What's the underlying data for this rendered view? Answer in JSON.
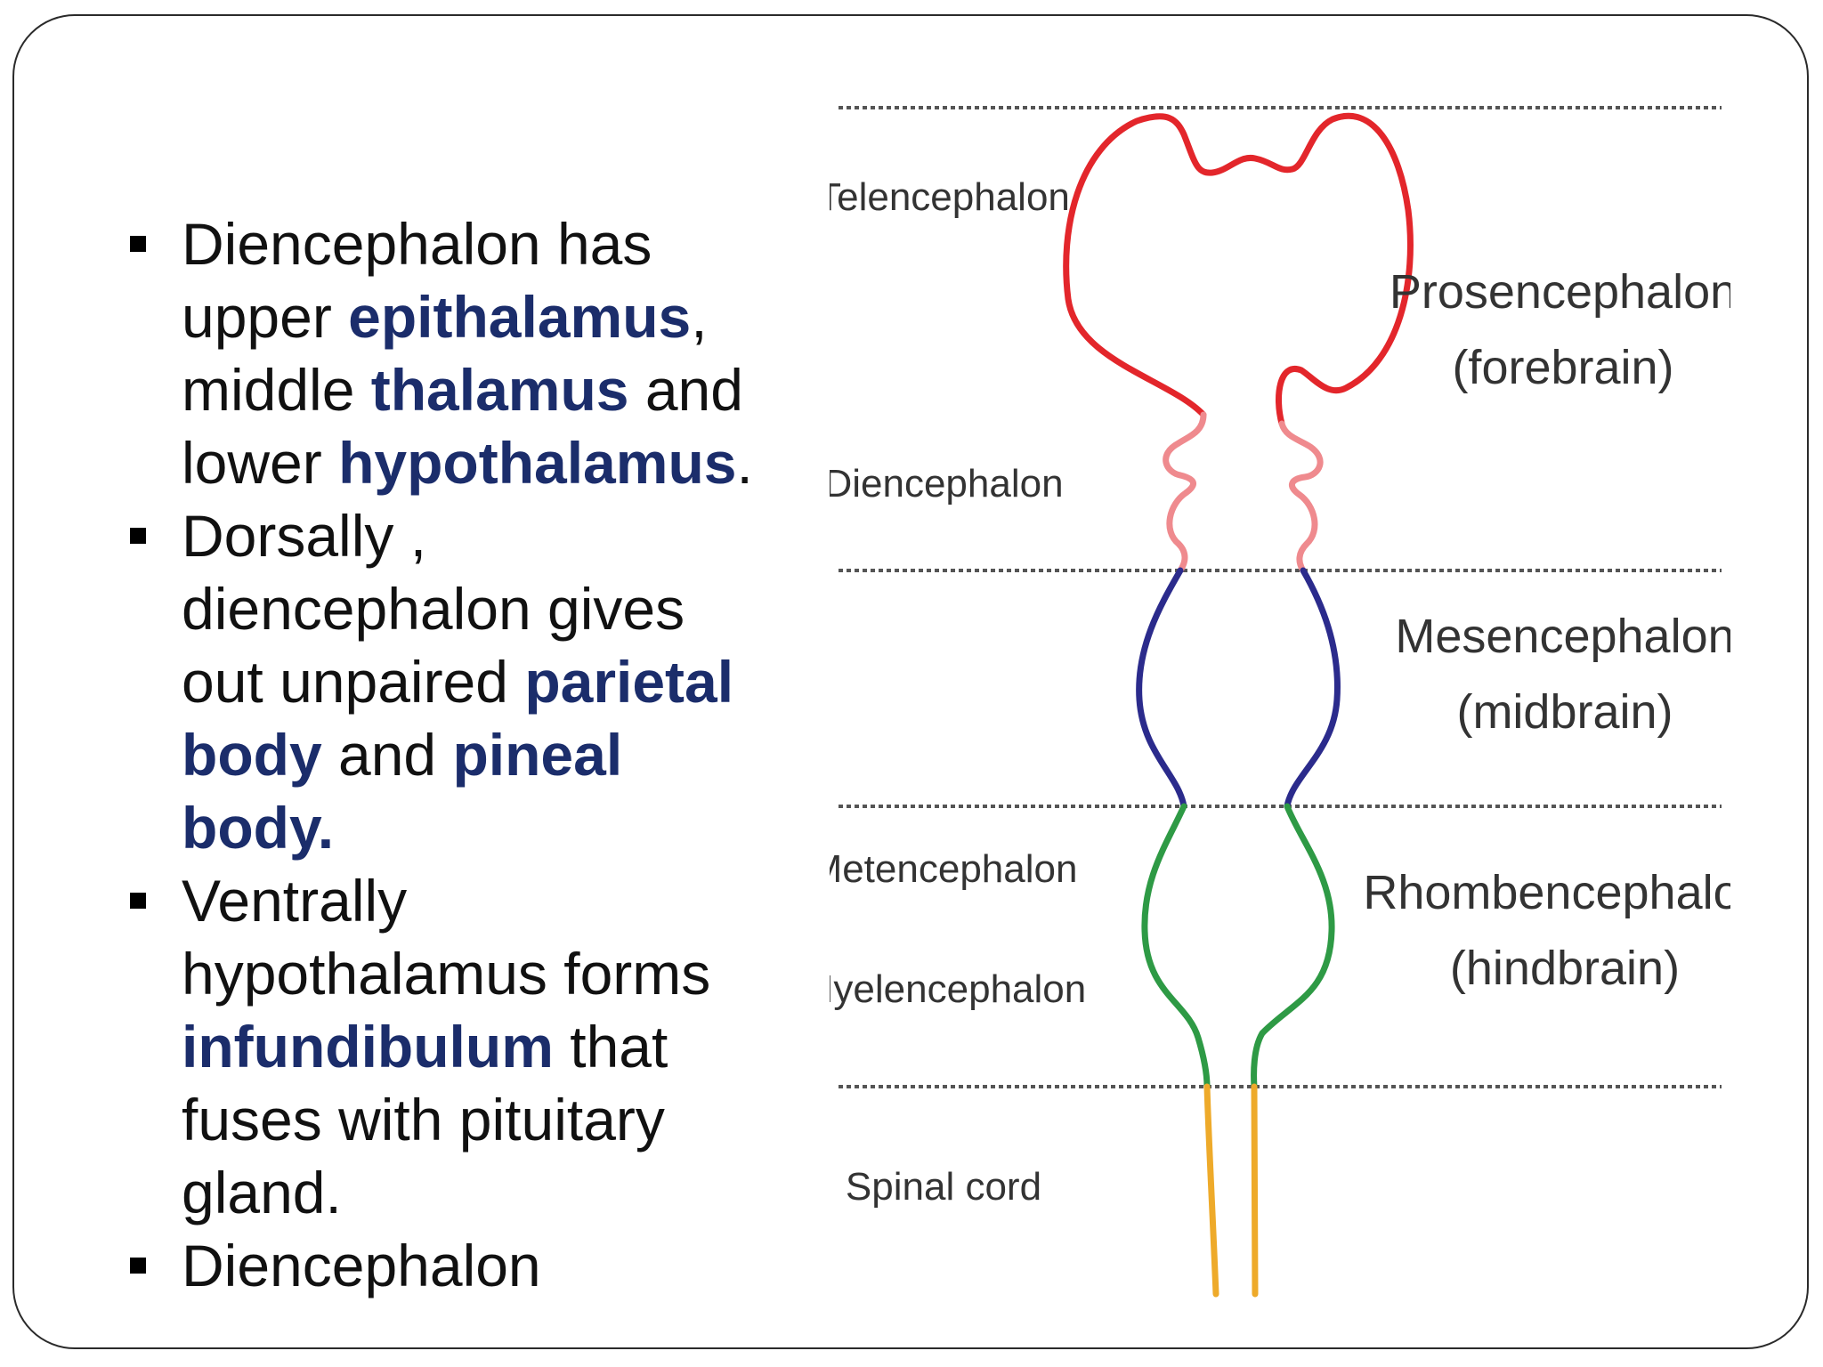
{
  "bullets": [
    {
      "segments": [
        {
          "text": "Diencephalon has upper ",
          "highlight": false
        },
        {
          "text": "epithalamus",
          "highlight": true
        },
        {
          "text": ", middle ",
          "highlight": false
        },
        {
          "text": "thalamus",
          "highlight": true
        },
        {
          "text": " and lower ",
          "highlight": false
        },
        {
          "text": "hypothalamus",
          "highlight": true
        },
        {
          "text": ".",
          "highlight": false
        }
      ]
    },
    {
      "segments": [
        {
          "text": "Dorsally , diencephalon gives out unpaired ",
          "highlight": false
        },
        {
          "text": "parietal body",
          "highlight": true
        },
        {
          "text": " and ",
          "highlight": false
        },
        {
          "text": "pineal body.",
          "highlight": true
        }
      ]
    },
    {
      "segments": [
        {
          "text": "Ventrally hypothalamus forms ",
          "highlight": false
        },
        {
          "text": "infundibulum",
          "highlight": true
        },
        {
          "text": " that fuses with pituitary gland.",
          "highlight": false
        }
      ]
    },
    {
      "segments": [
        {
          "text": "Diencephalon",
          "highlight": false
        }
      ]
    }
  ],
  "diagram": {
    "left_labels": {
      "telencephalon": "Telencephalon",
      "diencephalon": "Diencephalon",
      "metencephalon": "Metencephalon",
      "myelencephalon": "Myelencephalon",
      "spinal_cord": "Spinal cord"
    },
    "right_labels": {
      "prosencephalon": "Prosencephalon",
      "forebrain": "(forebrain)",
      "mesencephalon": "Mesencephalon",
      "midbrain": "(midbrain)",
      "rhombencephalon": "Rhombencephalon",
      "hindbrain": "(hindbrain)"
    },
    "colors": {
      "telencephalon": "#e3262b",
      "diencephalon": "#ef8a8e",
      "mesencephalon": "#2b2b8c",
      "rhombencephalon": "#2e9a45",
      "spinal_cord": "#eeaa2a",
      "divider": "#555555",
      "label": "#333333",
      "highlight_text": "#1b2d6b"
    }
  }
}
